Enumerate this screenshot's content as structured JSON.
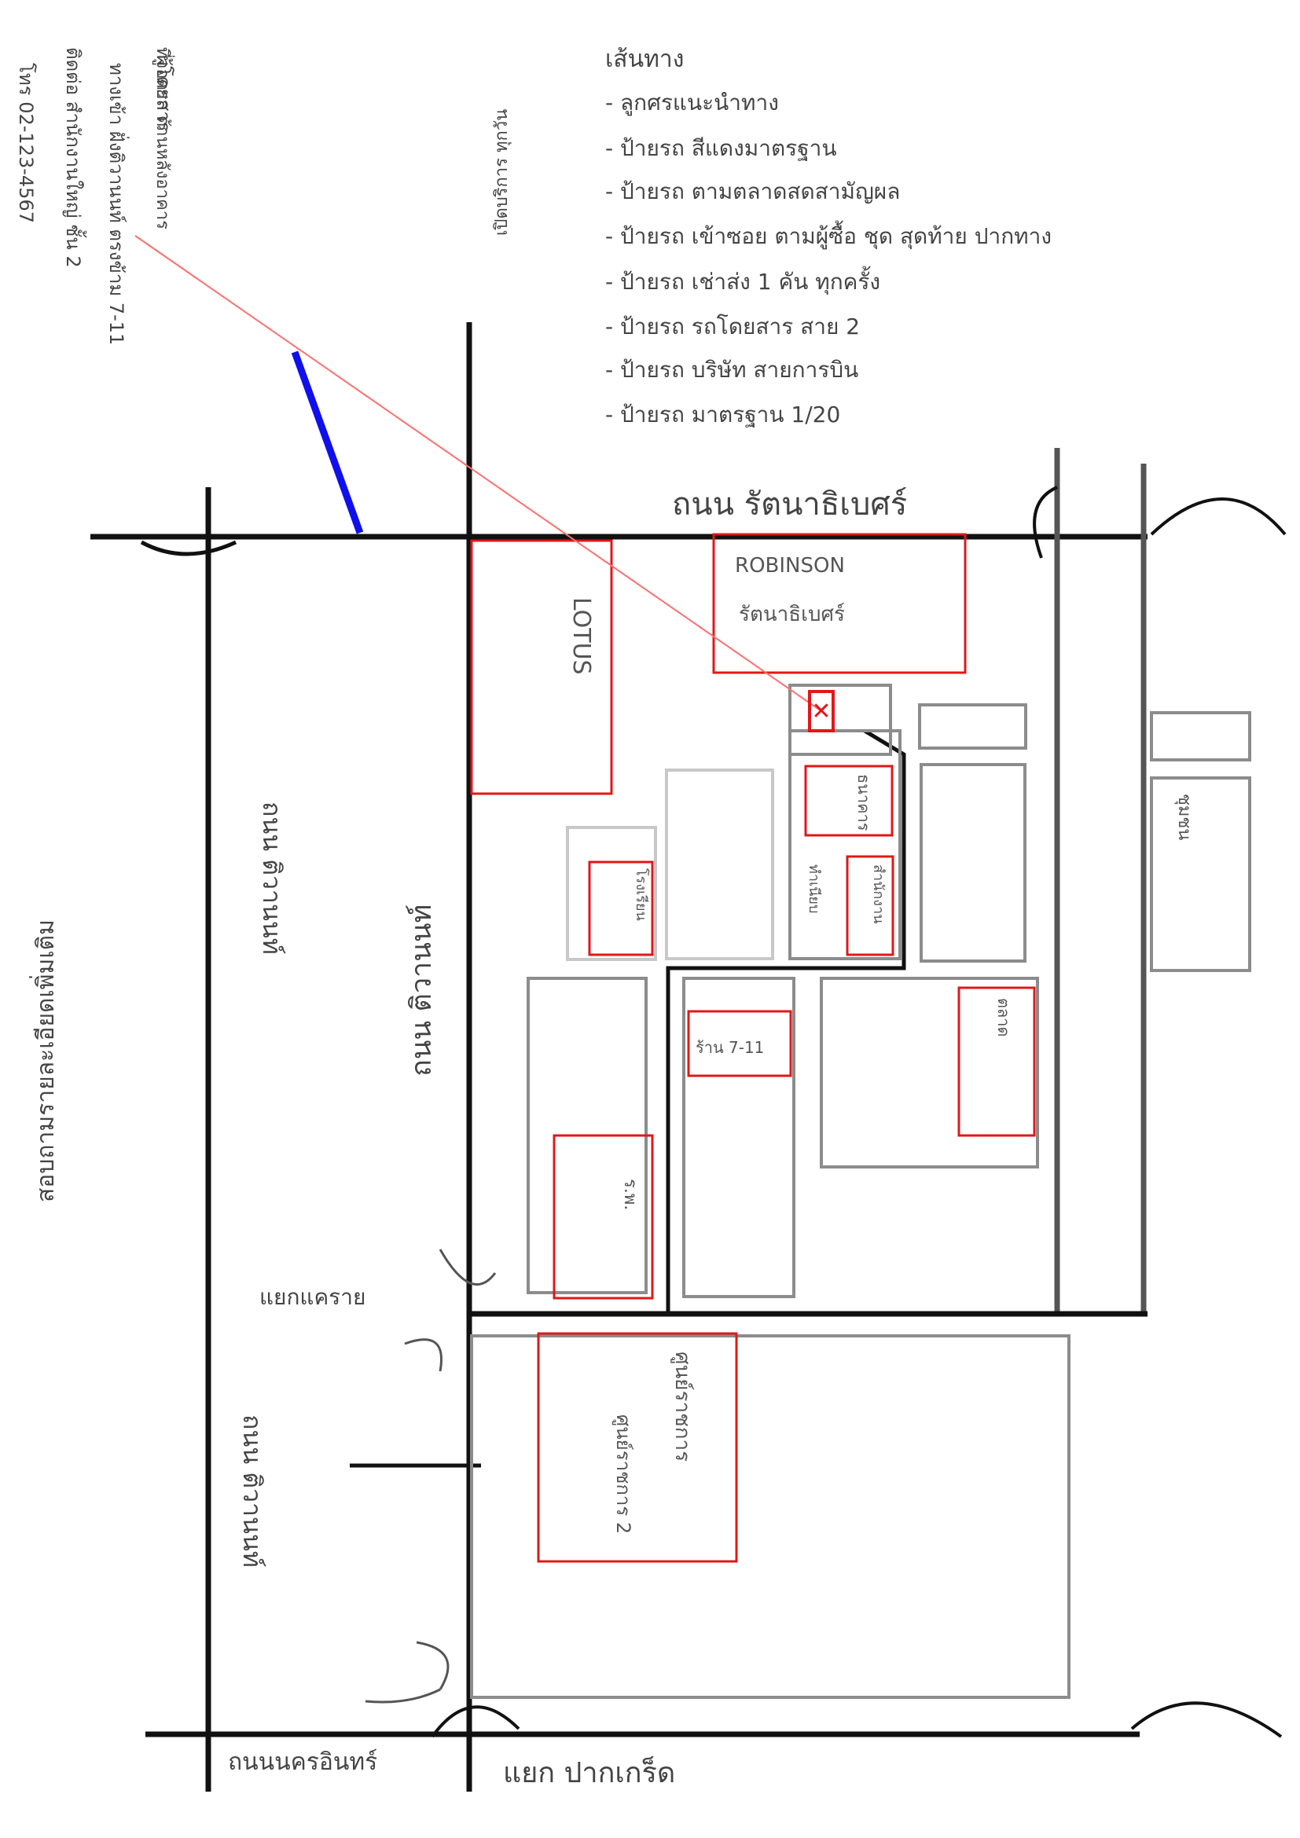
{
  "colors": {
    "road": "#111111",
    "block_outline": "#8c8c8c",
    "highlight": "#e01818",
    "route_line": "#ff6f6f",
    "access_mark": "#1010ee",
    "text": "#444444"
  },
  "roads": {
    "top_main": "ถนน รัตนาธิเบศร์",
    "bottom_left": "ถนนนครอินทร์",
    "bottom_right": "แยก ปากเกร็ด",
    "vertical_main": "ถนน ติวานนท์",
    "vertical_left_upper": "ถนน ติวานนท์",
    "vertical_left_lower": "ถนน ติวานนท์",
    "side_soi": "แยกแคราย"
  },
  "legend": {
    "heading": "เส้นทาง",
    "items": [
      "- ลูกศรแนะนำทาง",
      "- ป้ายรถ สีแดงมาตรฐาน",
      "- ป้ายรถ ตามตลาดสดสามัญผล",
      "- ป้ายรถ เข้าซอย ตามผู้ซื้อ ชุด สุดท้าย ปากทาง",
      "- ป้ายรถ เช่าส่ง 1 คัน ทุกครั้ง",
      "- ป้ายรถ รถโดยสาร สาย 2",
      "- ป้ายรถ บริษัท สายการบิน",
      "- ป้ายรถ มาตรฐาน 1/20"
    ]
  },
  "places": {
    "robinson_en": "ROBINSON",
    "robinson_th": "รัตนาธิเบศร์",
    "lotus": "LOTUS",
    "seven_eleven": "ร้าน 7-11",
    "bank": "ธนาคาร",
    "school": "โรงเรียน",
    "hospital": "ร.พ.",
    "market": "ตลาด",
    "office_a": "สำนักงาน",
    "office_b": "ทำเนียบ",
    "gov_center": "ศูนย์ราชการ",
    "gov_center_2": "ศูนย์ราชการ 2",
    "community": "ชุมชน"
  },
  "side_texts": {
    "far_left": "สอบถามรายละเอียดเพิ่มเติม",
    "left_col_1": "โทร 02-123-4567",
    "left_col_2": "ติดต่อ สำนักงานใหญ่ ชั้น 2",
    "left_col_3": "ทางเข้า ฝั่งติวานนท์ ตรงข้าม 7-11",
    "left_col_4": "ที่จอดรถ ด้านหลังอาคาร",
    "top_col": "ผู้โดยสาร",
    "hours": "เปิดบริการ ทุกวัน"
  }
}
